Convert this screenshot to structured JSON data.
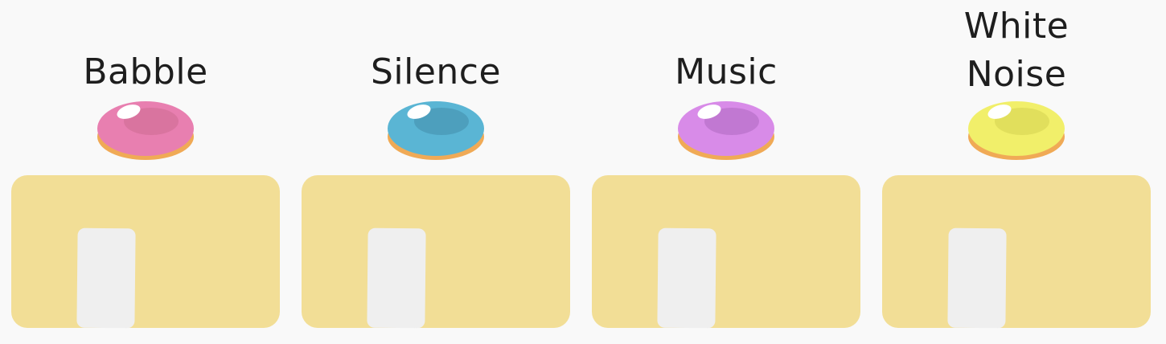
{
  "stimuli": [
    {
      "label_lines": [
        "Babble"
      ],
      "button_color": "#e87fb0",
      "button_color_shade": "#d9749f",
      "base_color": "#f0aa56"
    },
    {
      "label_lines": [
        "Silence"
      ],
      "button_color": "#5ab5d4",
      "button_color_shade": "#4d9fbd",
      "base_color": "#f0aa56"
    },
    {
      "label_lines": [
        "Music"
      ],
      "button_color": "#d88be8",
      "button_color_shade": "#c178d2",
      "base_color": "#f0aa56"
    },
    {
      "label_lines": [
        "White",
        "Noise"
      ],
      "button_color": "#f1ef6a",
      "button_color_shade": "#e1df5c",
      "base_color": "#f0aa56"
    }
  ],
  "box_color": "#f2de96",
  "box_panel_color": "#efefef"
}
